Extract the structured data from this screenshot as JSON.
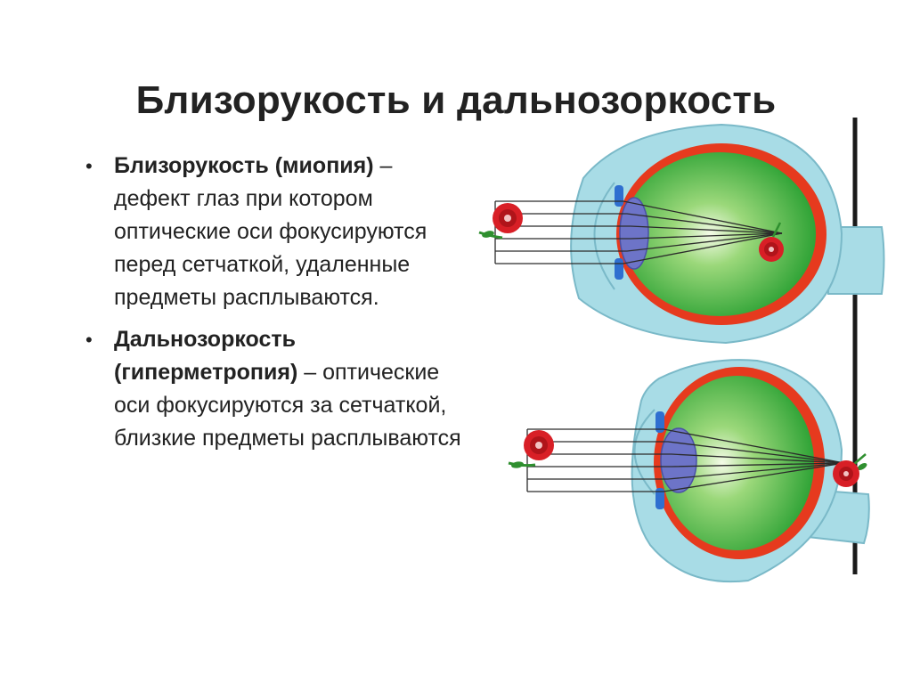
{
  "slide": {
    "title": "Близорукость и дальнозоркость"
  },
  "bullets": [
    {
      "term": "Близорукость",
      "term_extra": "(миопия)",
      "text": "– дефект глаз при котором оптические оси фокусируются перед сетчаткой, удаленные предметы расплываются."
    },
    {
      "term": "Дальнозоркость (гиперметропия)",
      "term_extra": "",
      "text": "– оптические оси фокусируются за сетчаткой, близкие предметы расплываются"
    }
  ],
  "colors": {
    "sclera": "#a8dce6",
    "choroid_red": "#e63a1e",
    "vitreous_green": "#39b03a",
    "lens": "#6d74c8",
    "flower_red": "#d81f26",
    "stem_green": "#2f8f2f",
    "rays": "#2b2b2b",
    "retina_screen": "#1a1a1a"
  },
  "icons": {
    "bullet": "bullet-dot-icon",
    "flower": "rose-flower-icon"
  }
}
